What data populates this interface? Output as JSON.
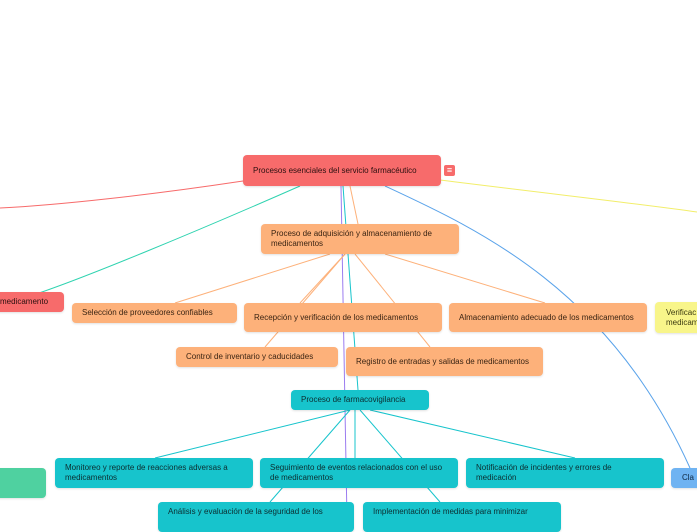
{
  "root": {
    "label": "Procesos esenciales del servicio farmacéutico",
    "menu_icon": "hamburger-menu-icon"
  },
  "left_partial": {
    "label": "medicamento"
  },
  "right_partial_yellow": {
    "label": "Verificac medicam"
  },
  "right_partial_blue": {
    "label": "Cla"
  },
  "branch_acquisition": {
    "label": "Proceso de adquisición y almacenamiento de medicamentos",
    "children": {
      "suppliers": "Selección de proveedores confiables",
      "reception": "Recepción y verificación de los medicamentos",
      "storage": "Almacenamiento adecuado de los medicamentos",
      "inventory": "Control de inventario y caducidades",
      "registry": "Registro de entradas y salidas de medicamentos"
    }
  },
  "branch_pharmacovigilance": {
    "label": "Proceso de farmacovigilancia",
    "children": {
      "monitoring": "Monitoreo y reporte de reacciones adversas a medicamentos",
      "followup": "Seguimiento de eventos relacionados con el uso de medicamentos",
      "notification": "Notificación de incidentes y errores de medicación",
      "analysis": "Análisis y evaluación de la seguridad de los",
      "implementation": "Implementación de medidas para minimizar"
    }
  },
  "colors": {
    "red": "#f76b6b",
    "orange": "#fdb17a",
    "teal": "#17c4cc",
    "yellow": "#f8f58a",
    "blue": "#6fb3f2",
    "green": "#4fd1a0",
    "purple": "#9b7cf0"
  }
}
